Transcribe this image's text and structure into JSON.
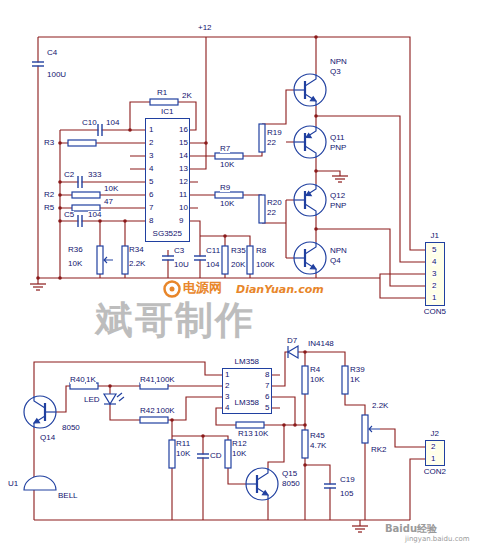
{
  "diagram": {
    "nodes": [
      {
        "text": [
          "IC1",
          "SG3525"
        ]
      },
      {
        "text": [
          "J1",
          "CON5"
        ]
      },
      {
        "text": [
          "LM358",
          "LM358"
        ]
      },
      {
        "text": [
          "J2",
          "CON2"
        ]
      }
    ],
    "labels": [
      "+12",
      "C4",
      "100U",
      "NPN",
      "Q3",
      "R1",
      "2K",
      "C10",
      "104",
      "R3",
      "R7",
      "10K",
      "R19",
      "22",
      "Q11",
      "PNP",
      "C2",
      "333",
      "R2",
      "10K",
      "R9",
      "10K",
      "R20",
      "22",
      "Q12",
      "PNP",
      "R5",
      "47",
      "C5",
      "104",
      "R36",
      "10K",
      "R34",
      "2.2K",
      "C3",
      "10U",
      "C11",
      "104",
      "R35",
      "20K",
      "R8",
      "100K",
      "NPN",
      "Q4",
      "5",
      "4",
      "3",
      "2",
      "1",
      "电源网",
      "DianYuan.com",
      "斌哥制作",
      "1",
      "2",
      "3",
      "4",
      "8",
      "7",
      "6",
      "5",
      "D7",
      "IN4148",
      "R4",
      "10K",
      "R39",
      "1K",
      "2.2K",
      "R40",
      "1K",
      "R41",
      "100K",
      "LED",
      "R42",
      "100K",
      "8050",
      "Q14",
      "R13",
      "10K",
      "R11",
      "10K",
      "CD",
      "R12",
      "10K",
      "R45",
      "4.7K",
      "RK2",
      "Q15",
      "8050",
      "C19",
      "105",
      "2",
      "1",
      "U1",
      "BELL",
      "Baidu经验",
      "jingyan.baidu.com",
      "1",
      "2",
      "3",
      "4",
      "5",
      "6",
      "7",
      "8",
      "16",
      "15",
      "14",
      "13",
      "12",
      "11",
      "10",
      "9"
    ]
  }
}
